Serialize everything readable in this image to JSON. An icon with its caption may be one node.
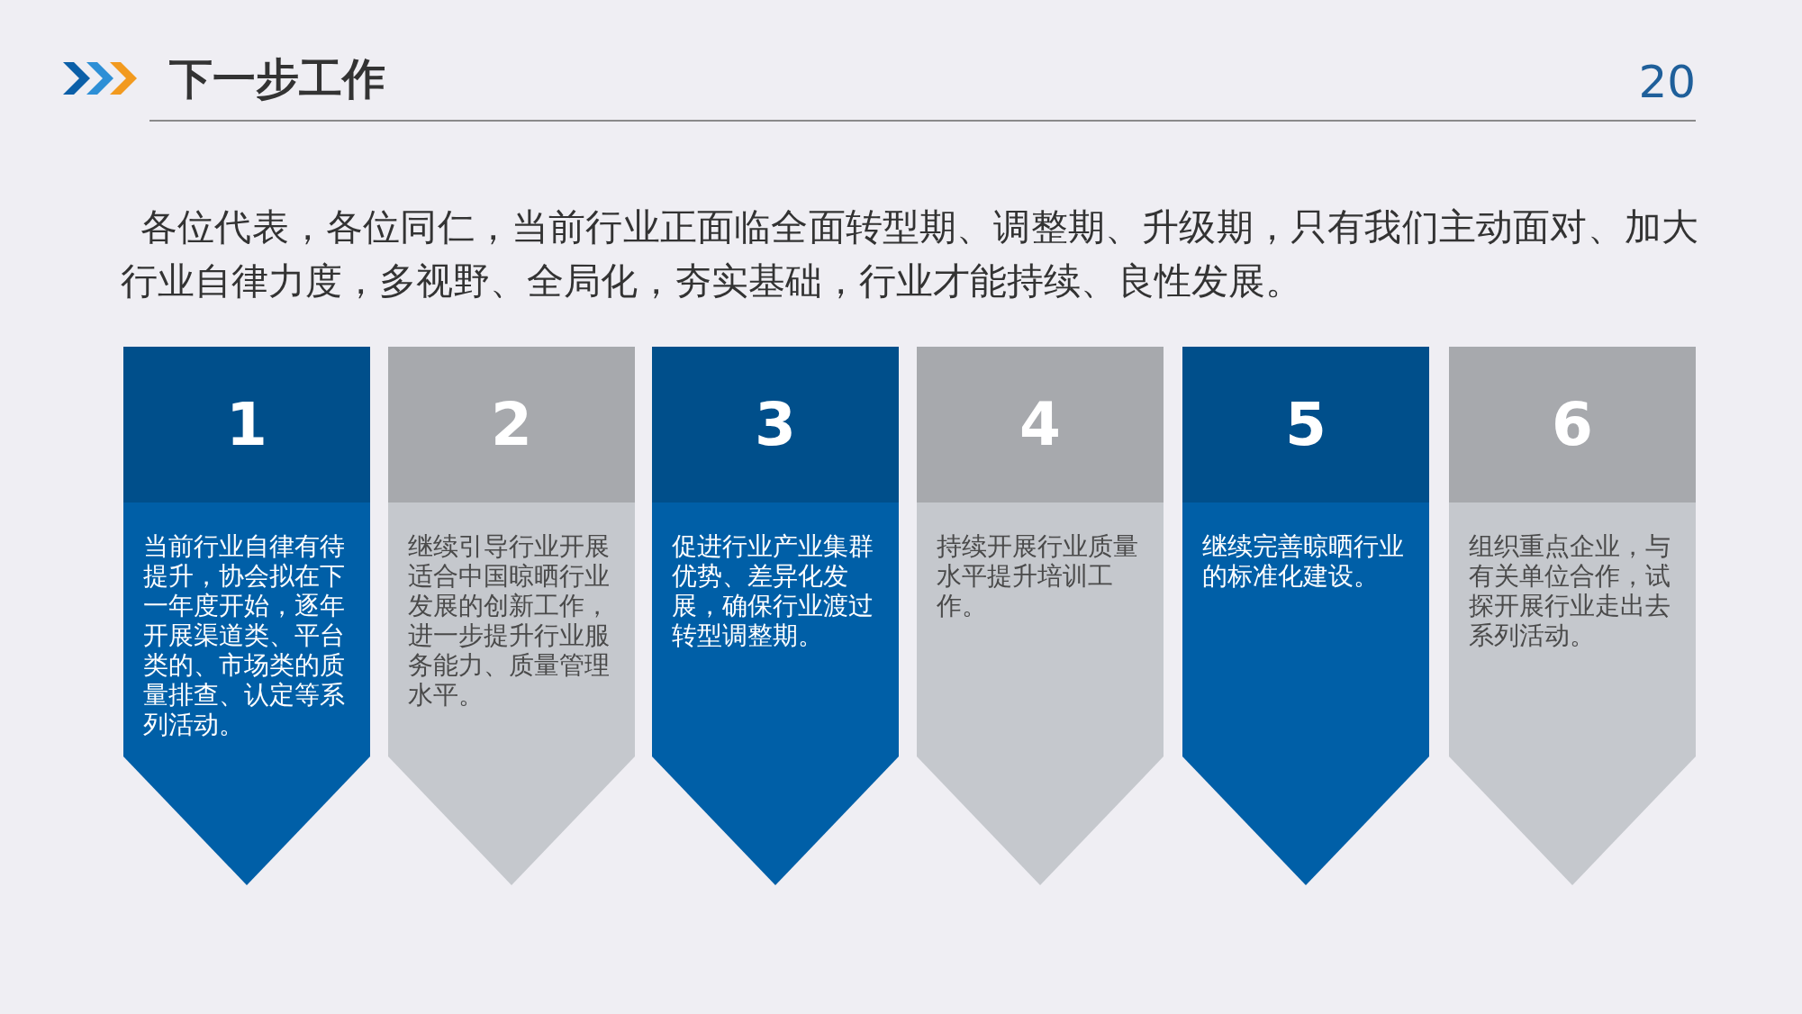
{
  "diagram": {
    "title": "下一步工作",
    "nodes": [
      {
        "text": [
          "1"
        ]
      },
      {
        "text": [
          "当前行业自律有待提升，协会拟在下一年度开始，逐年开展渠道类、平台类的、市场类的质量排查、认定等系列活动。"
        ]
      },
      {
        "text": [
          "2"
        ]
      },
      {
        "text": [
          "继续引导行业开展适合中国晾晒行业发展的创新工作，进一步提升行业服务能力、质量管理水平。"
        ]
      },
      {
        "text": [
          "3"
        ]
      },
      {
        "text": [
          "促进行业产业集群优势、差异化发展，确保行业渡过转型调整期。"
        ]
      },
      {
        "text": [
          "4"
        ]
      },
      {
        "text": [
          "持续开展行业质量水平提升培训工作。"
        ]
      },
      {
        "text": [
          "5"
        ]
      },
      {
        "text": [
          "继续完善晾晒行业的标准化建设。"
        ]
      },
      {
        "text": [
          "6"
        ]
      },
      {
        "text": [
          "组织重点企业，与有关单位合作，试探开展行业走出去系列活动。"
        ]
      }
    ],
    "labels": [
      "20",
      "各位代表，各位同仁，当前行业正面临全面转型期、调整期、升级期，只有我们主动面对、加大行业自律力度，多视野、全局化，夯实基础，行业才能持续、良性发展。"
    ]
  }
}
